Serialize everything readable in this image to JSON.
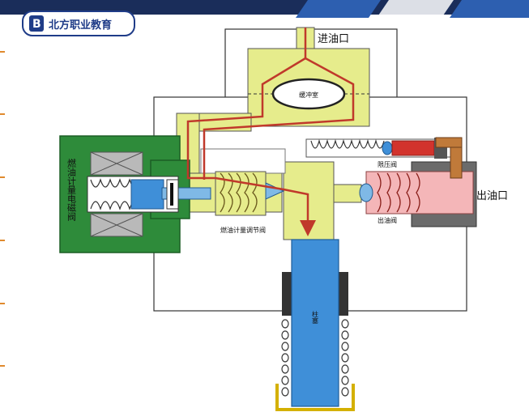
{
  "brand": {
    "name": "北方职业教育",
    "logo_letter": "B",
    "colors": {
      "navy": "#1a2d5a",
      "blue": "#2d5fb0"
    }
  },
  "diagram": {
    "labels": {
      "oil_inlet": "进油口",
      "oil_outlet": "出油口",
      "buffer_chamber": "缓冲室",
      "fuel_metering_solenoid": "燃油计量电磁阀",
      "fuel_metering_valve": "燃油计量调节阀",
      "pressure_limiting_valve": "限压阀",
      "outlet_valve": "出油阀",
      "plunger": "柱塞"
    },
    "colors": {
      "fuel": "#e6ec8c",
      "plunger": "#3f8fd8",
      "solenoid": "#2e8b3a",
      "flow_arrow": "#c0392b",
      "outlet": "#f4b6b8"
    }
  }
}
